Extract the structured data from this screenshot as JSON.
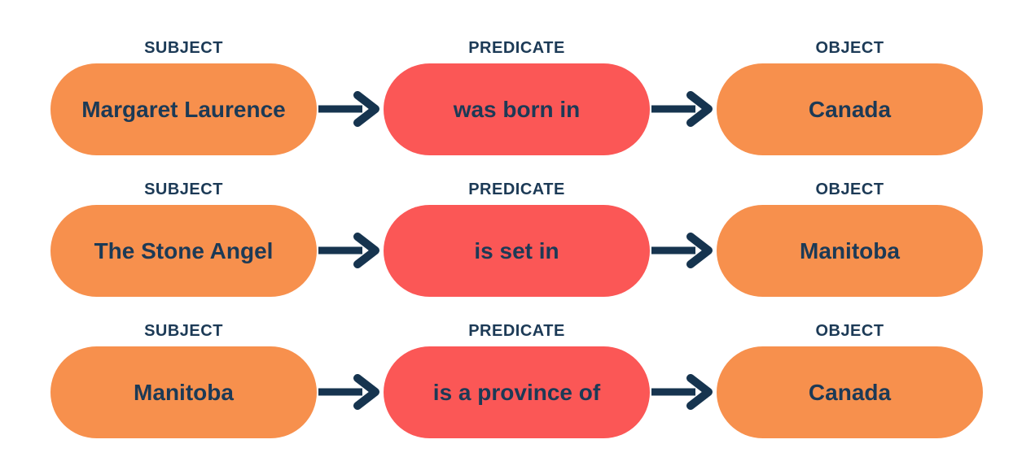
{
  "diagram": {
    "description": "Subject-Predicate-Object triple diagram",
    "colors": {
      "entity_fill": "#F7904D",
      "predicate_fill": "#FB5756",
      "text": "#1C3A56",
      "arrow": "#16344F",
      "background": "#FFFFFF"
    },
    "headers": {
      "subject": "SUBJECT",
      "predicate": "PREDICATE",
      "object": "OBJECT"
    },
    "triples": [
      {
        "subject": "Margaret Laurence",
        "predicate": "was born in",
        "object": "Canada"
      },
      {
        "subject": "The Stone Angel",
        "predicate": "is set in",
        "object": "Manitoba"
      },
      {
        "subject": "Manitoba",
        "predicate": "is a province of",
        "object": "Canada"
      }
    ]
  }
}
